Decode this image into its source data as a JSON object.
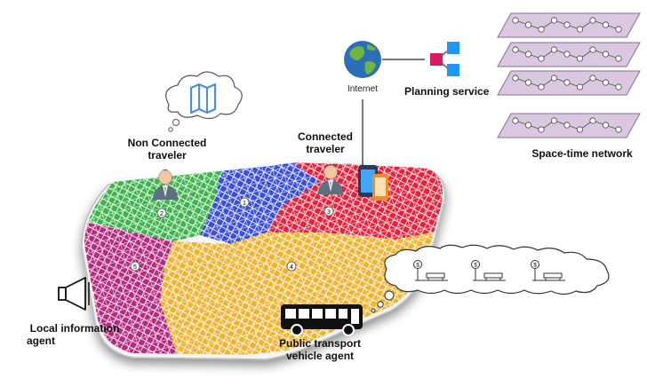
{
  "labels": {
    "internet": "Internet",
    "planning_service": "Planning service",
    "space_time_network": "Space-time network",
    "non_connected_traveler_line1": "Non Connected",
    "non_connected_traveler_line2": "traveler",
    "connected_traveler_line1": "Connected",
    "connected_traveler_line2": "traveler",
    "local_info_line1": "Local information",
    "local_info_line2": "agent",
    "public_transport_line1": "Public transport",
    "public_transport_line2": "vehicle agent"
  },
  "map_zone_numbers": [
    "1",
    "2",
    "3",
    "4",
    "5"
  ],
  "colors": {
    "zone_green": "#3cb44b",
    "zone_blue": "#3a4fd8",
    "zone_red": "#e8213b",
    "zone_orange": "#f0b330",
    "zone_magenta": "#b5297e",
    "network_layer": "#d9c8e0",
    "network_layer_border": "#8b6b99",
    "globe_blue": "#2c6fb7",
    "globe_green": "#6fb63f",
    "planning_pink": "#d81b60",
    "planning_blue": "#2196f3",
    "map_icon": "#4a8fe0"
  },
  "icons": [
    "globe-icon",
    "planning-service-icon",
    "map-icon",
    "person-icon",
    "phone-icon",
    "megaphone-icon",
    "bus-icon",
    "bus-stop-icon",
    "thought-cloud-icon"
  ]
}
